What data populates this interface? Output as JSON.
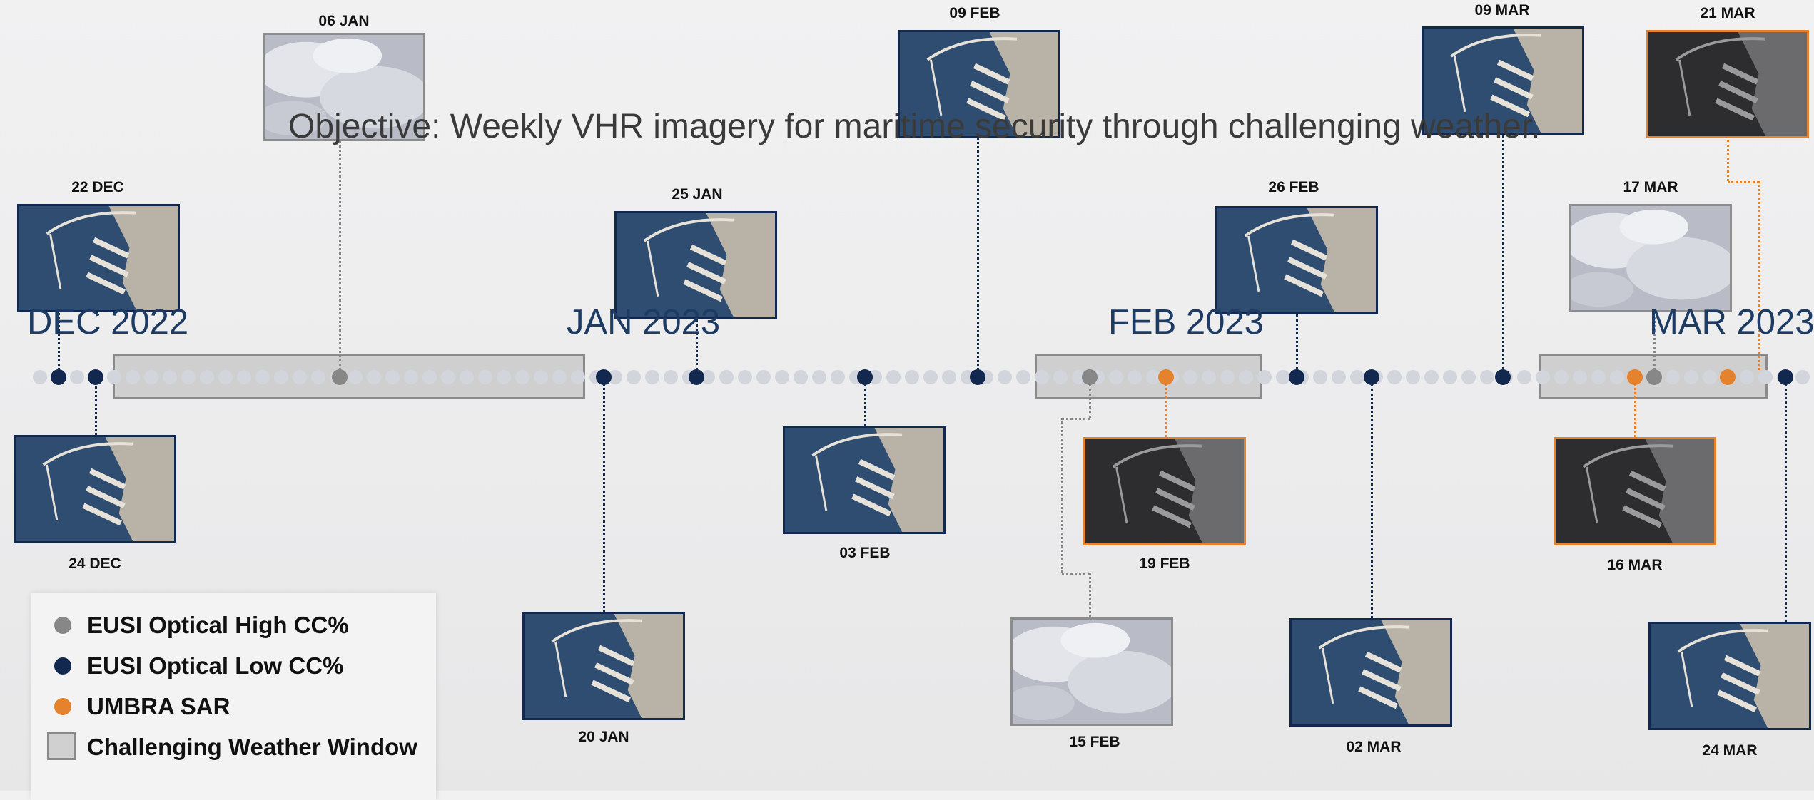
{
  "objective": "Objective: Weekly VHR imagery for maritime security through challenging weather.",
  "months": [
    "DEC 2022",
    "JAN 2023",
    "FEB 2023",
    "MAR 2023"
  ],
  "legend": {
    "high_cc": "EUSI Optical High CC%",
    "low_cc": "EUSI Optical Low CC%",
    "sar": "UMBRA SAR",
    "window": "Challenging Weather Window"
  },
  "colors": {
    "optical_low_cc": "#13284e",
    "optical_high_cc": "#878787",
    "umbra_sar": "#e5822e",
    "weather_window": "#cfcfd0"
  },
  "acquisitions": [
    {
      "date": "22 DEC",
      "type": "optical-low-cc",
      "image": "clear port image"
    },
    {
      "date": "24 DEC",
      "type": "optical-low-cc",
      "image": "clear port image"
    },
    {
      "date": "06 JAN",
      "type": "optical-high-cc",
      "image": "cloud-covered image"
    },
    {
      "date": "20 JAN",
      "type": "optical-low-cc",
      "image": "clear port image"
    },
    {
      "date": "25 JAN",
      "type": "optical-low-cc",
      "image": "clear port image"
    },
    {
      "date": "03 FEB",
      "type": "optical-low-cc",
      "image": "clear port image"
    },
    {
      "date": "09 FEB",
      "type": "optical-low-cc",
      "image": "clear port image"
    },
    {
      "date": "15 FEB",
      "type": "optical-high-cc",
      "image": "cloud-covered image"
    },
    {
      "date": "19 FEB",
      "type": "sar",
      "image": "SAR port image"
    },
    {
      "date": "26 FEB",
      "type": "optical-low-cc",
      "image": "clear port image"
    },
    {
      "date": "02 MAR",
      "type": "optical-low-cc",
      "image": "clear port image"
    },
    {
      "date": "09 MAR",
      "type": "optical-low-cc",
      "image": "clear port image"
    },
    {
      "date": "16 MAR",
      "type": "sar",
      "image": "SAR port image"
    },
    {
      "date": "17 MAR",
      "type": "optical-high-cc",
      "image": "cloud-covered image"
    },
    {
      "date": "21 MAR",
      "type": "sar",
      "image": "SAR port image"
    },
    {
      "date": "24 MAR",
      "type": "optical-low-cc",
      "image": "clear port image"
    }
  ]
}
